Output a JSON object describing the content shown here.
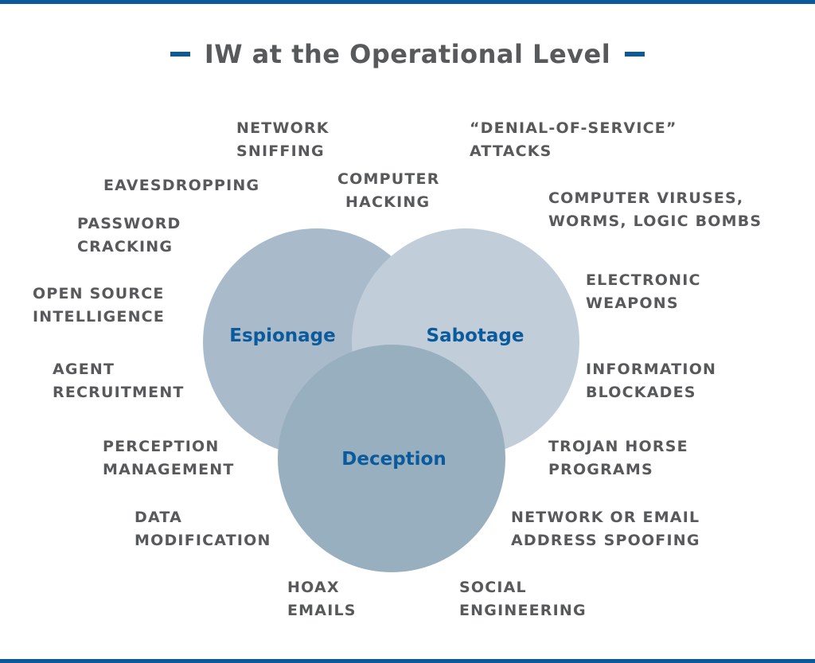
{
  "title": "IW at the Operational Level",
  "colors": {
    "rule": "#0a5a9c",
    "title": "#58595b",
    "circle_label": "#0a5a9c",
    "espionage_fill": "#a9bbca",
    "sabotage_fill": "#c1ced9",
    "deception_fill": "#98afc0",
    "item_text": "#58595b"
  },
  "circles": {
    "espionage": "Espionage",
    "sabotage": "Sabotage",
    "deception": "Deception"
  },
  "labels": {
    "network_sniffing": [
      "NETWORK",
      "SNIFFING"
    ],
    "denial_of_service": [
      "“DENIAL-OF-SERVICE”",
      "ATTACKS"
    ],
    "eavesdropping": [
      "EAVESDROPPING"
    ],
    "computer_hacking": [
      "COMPUTER",
      "HACKING"
    ],
    "computer_viruses": [
      "COMPUTER VIRUSES,",
      "WORMS, LOGIC BOMBS"
    ],
    "password_cracking": [
      "PASSWORD",
      "CRACKING"
    ],
    "electronic_weapons": [
      "ELECTRONIC",
      "WEAPONS"
    ],
    "open_source_intelligence": [
      "OPEN SOURCE",
      "INTELLIGENCE"
    ],
    "agent_recruitment": [
      "AGENT",
      "RECRUITMENT"
    ],
    "information_blockades": [
      "INFORMATION",
      "BLOCKADES"
    ],
    "perception_management": [
      "PERCEPTION",
      "MANAGEMENT"
    ],
    "trojan_horse_programs": [
      "TROJAN HORSE",
      "PROGRAMS"
    ],
    "data_modification": [
      "DATA",
      "MODIFICATION"
    ],
    "network_email_spoofing": [
      "NETWORK OR EMAIL",
      "ADDRESS SPOOFING"
    ],
    "hoax_emails": [
      "HOAX",
      "EMAILS"
    ],
    "social_engineering": [
      "SOCIAL",
      "ENGINEERING"
    ]
  }
}
